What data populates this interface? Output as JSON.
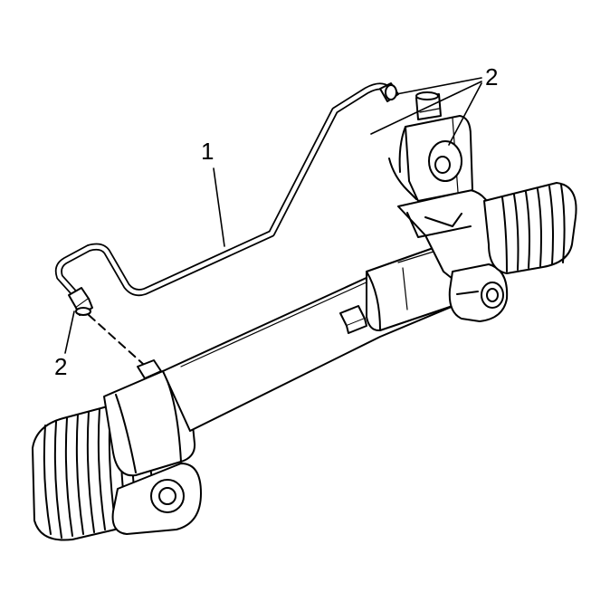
{
  "callouts": {
    "pipe": "1",
    "fitting_top": "2",
    "fitting_bottom": "2"
  },
  "colors": {
    "line": "#000000",
    "fill": "#ffffff"
  }
}
